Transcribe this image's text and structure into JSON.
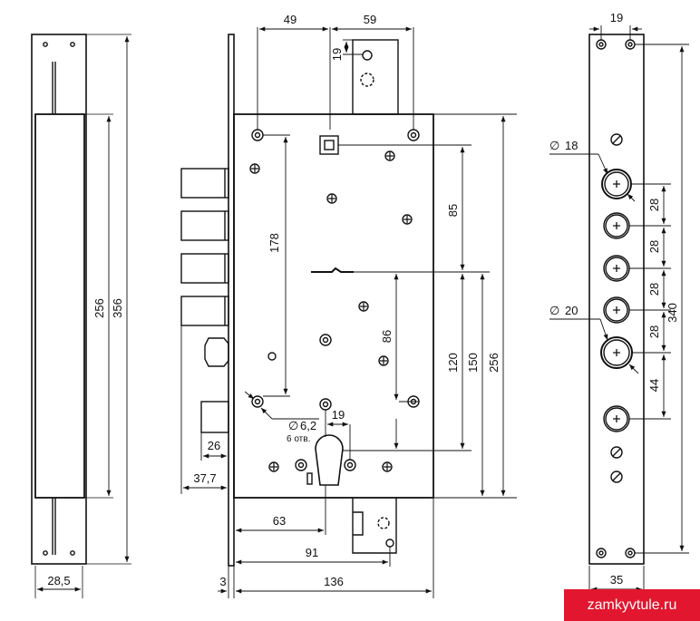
{
  "dimensions": {
    "left_width": "28,5",
    "left_inner_height": "256",
    "left_total_height": "356",
    "top_49": "49",
    "top_59": "59",
    "top_19": "19",
    "d178": "178",
    "d85": "85",
    "d86": "86",
    "d120": "120",
    "d150": "150",
    "d256": "256",
    "d26": "26",
    "d37_7": "37,7",
    "hole_dia": "6,2",
    "hole_count": "6 отв.",
    "d19_mid": "19",
    "d63": "63",
    "d91": "91",
    "d3": "3",
    "d136": "136",
    "right_top": "19",
    "right_dia18": "18",
    "right_dia20": "20",
    "right_28a": "28",
    "right_28b": "28",
    "right_28c": "28",
    "right_28d": "28",
    "right_44": "44",
    "right_340": "340",
    "right_width": "35",
    "diameter_symbol": "∅"
  },
  "watermark": "zamkyvtule.ru"
}
